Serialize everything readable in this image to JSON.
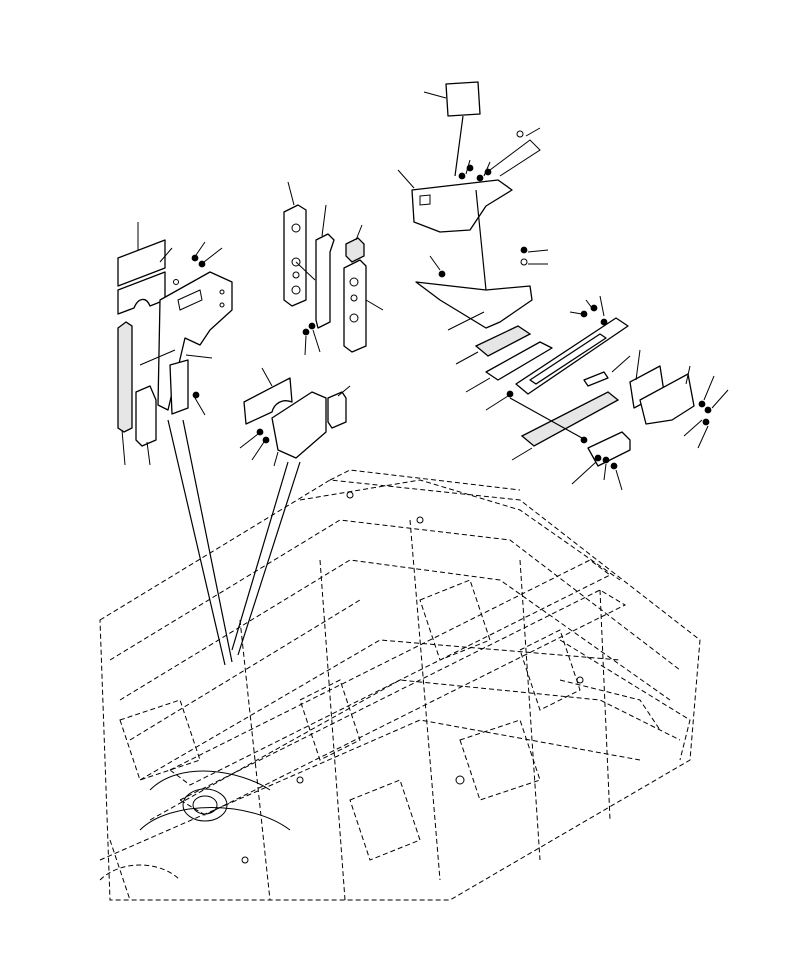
{
  "diagram": {
    "kind": "exploded-parts-view",
    "callout_numbers": [],
    "groups": [
      {
        "id": "left-insulation-group",
        "parts": [
          "pad-top",
          "pad-notched",
          "bracket-plate",
          "long-strip",
          "short-block",
          "curved-plate",
          "bolt-set"
        ]
      },
      {
        "id": "center-bracket-group",
        "parts": [
          "perforated-bar-left",
          "angle-bracket",
          "perforated-bar-right",
          "small-block",
          "bolt-set"
        ]
      },
      {
        "id": "center-pad-group",
        "parts": [
          "saddle-pad",
          "clamp-plate",
          "cube-pad",
          "bolt-set"
        ]
      },
      {
        "id": "top-right-cover-group",
        "parts": [
          "label-plate",
          "cover-bracket",
          "wire-clip",
          "bolt-set"
        ]
      },
      {
        "id": "right-tray-group",
        "parts": [
          "tray-plate",
          "pad-strip",
          "channel-rail",
          "long-rail",
          "long-pad",
          "end-pad",
          "end-bracket",
          "bolt-set"
        ]
      }
    ],
    "background": "machine-frame-dashed"
  }
}
